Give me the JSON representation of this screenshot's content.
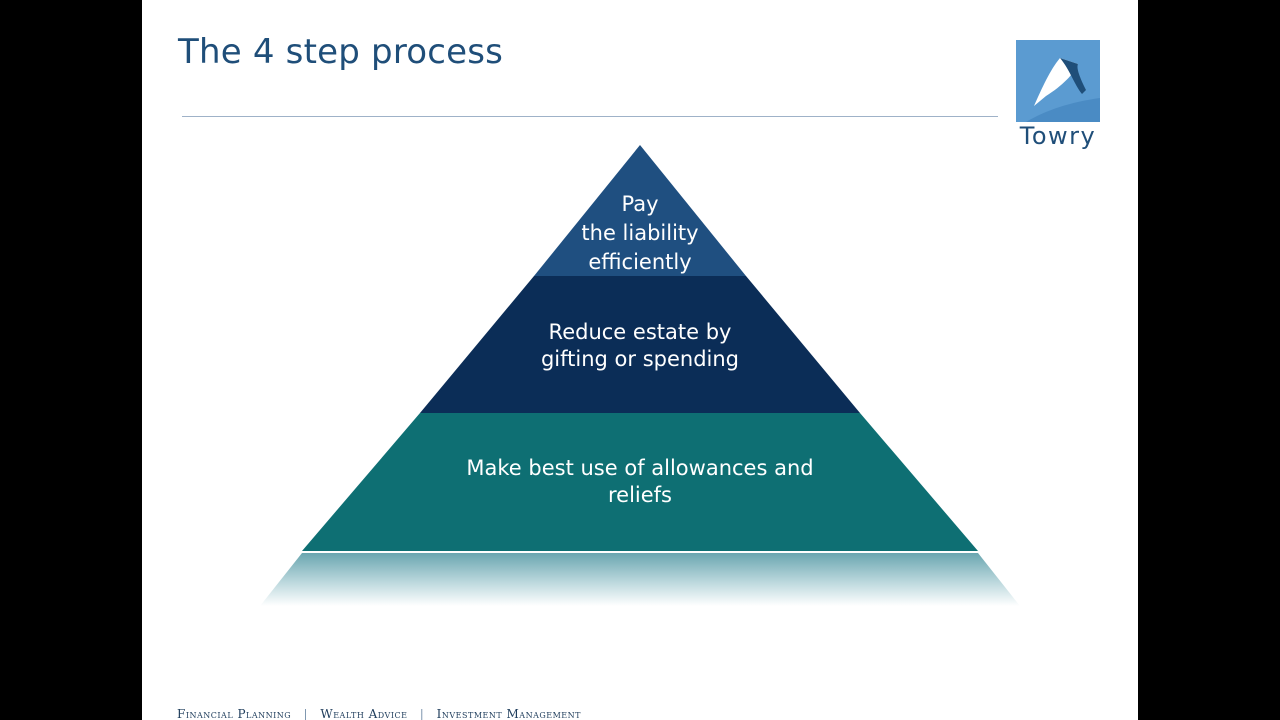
{
  "slide": {
    "title": "The 4 step process",
    "logo_text": "Towry"
  },
  "pyramid": {
    "tiers": [
      {
        "lines": [
          "Pay",
          "the liability",
          "efficiently"
        ],
        "color": "#1e4e7d"
      },
      {
        "lines": [
          "Reduce estate by",
          "gifting or spending"
        ],
        "color": "#0b2d57"
      },
      {
        "lines": [
          "Make best use of allowances and",
          "reliefs"
        ],
        "color": "#0d6e72"
      },
      {
        "lines": [],
        "color": "#7fb4bd"
      }
    ]
  },
  "footer": {
    "items": [
      "Financial Planning",
      "Wealth Advice",
      "Investment Management"
    ],
    "separator": "|"
  },
  "colors": {
    "title": "#1f4e79",
    "logo_blue": "#5b9bd1"
  }
}
